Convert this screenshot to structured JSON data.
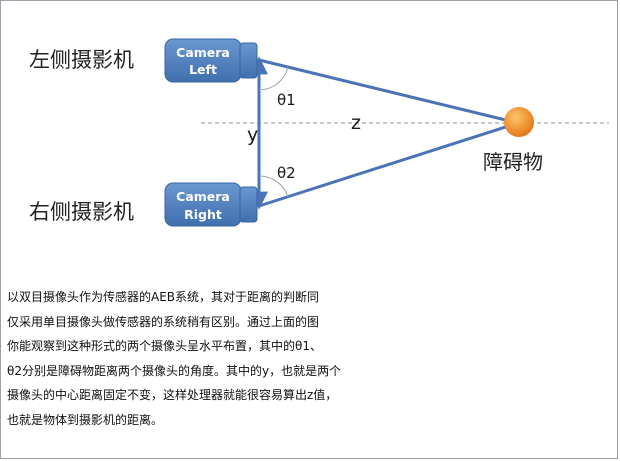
{
  "diagram": {
    "left_camera_label": "左侧摄影机",
    "right_camera_label": "右侧摄影机",
    "left_camera_box": [
      "Camera",
      "Left"
    ],
    "right_camera_box": [
      "Camera",
      "Right"
    ],
    "obstacle_label": "障碍物",
    "theta1_label": "θ1",
    "theta2_label": "θ2",
    "y_label": "y",
    "z_label": "z",
    "colors": {
      "camera_body": "#4f81bd",
      "triangle_lines": "#4a74b5",
      "obstacle": "#f08a22",
      "centerline": "#8c8c8c"
    },
    "icons": [
      "camera-left-icon",
      "camera-right-icon",
      "obstacle-dot"
    ]
  },
  "text": {
    "lines": [
      "以双目摄像头作为传感器的AEB系统，其对于距离的判断同",
      "仅采用单目摄像头做传感器的系统稍有区别。通过上面的图",
      "你能观察到这种形式的两个摄像头呈水平布置，其中的θ1、",
      "θ2分别是障碍物距离两个摄像头的角度。其中的y，也就是两个",
      "摄像头的中心距离固定不变，这样处理器就能很容易算出z值，",
      "也就是物体到摄影机的距离。"
    ]
  }
}
